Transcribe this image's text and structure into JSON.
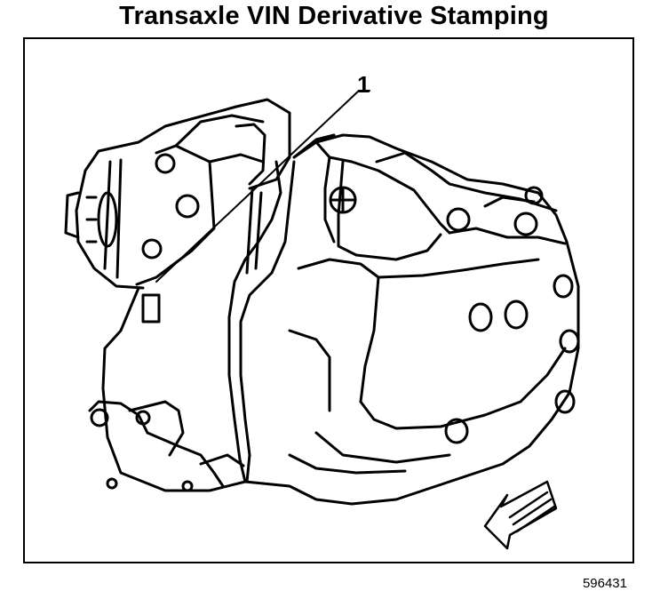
{
  "title": "Transaxle VIN Derivative Stamping",
  "callout_label": "1",
  "figure_id": "596431",
  "icons": [
    "transaxle-illustration",
    "direction-arrow-icon"
  ]
}
